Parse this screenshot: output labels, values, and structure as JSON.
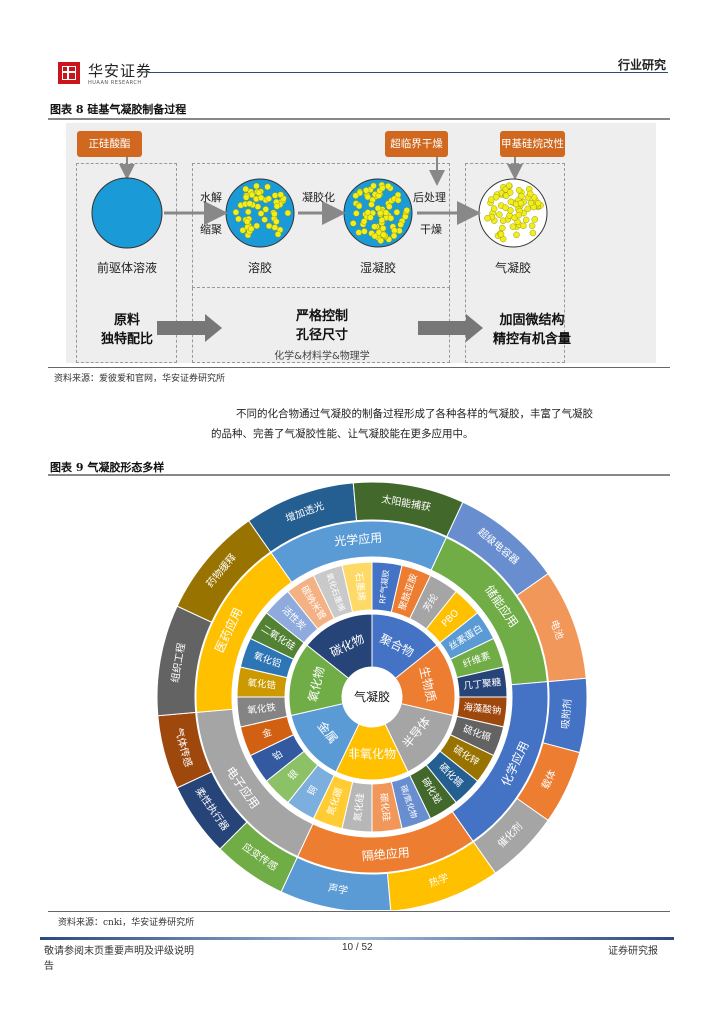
{
  "header": {
    "brand": "华安证券",
    "brand_en": "HUAAN RESEARCH",
    "section": "行业研究"
  },
  "figure8": {
    "title": "图表 8 硅基气凝胶制备过程",
    "inputs": [
      "正硅酸酯",
      "超临界干燥",
      "甲基硅烷改性"
    ],
    "stages": [
      "前驱体溶液",
      "溶胶",
      "湿凝胶",
      "气凝胶"
    ],
    "steps": {
      "s1a": "水解",
      "s1b": "缩聚",
      "s2": "凝胶化",
      "s3a": "后处理",
      "s3b": "干燥"
    },
    "bottom": {
      "left1": "原料",
      "left2": "独特配比",
      "mid1": "严格控制",
      "mid2": "孔径尺寸",
      "mid3": "化学&材料学&物理学",
      "right1": "加固微结构",
      "right2": "精控有机含量"
    },
    "colors": {
      "precursor": "#1a9ad6",
      "particle": "#f2ee1c",
      "input_box": "#d0681f"
    },
    "source": "资料来源：爱彼爱和官网，华安证券研究所"
  },
  "paragraph": {
    "line1": "不同的化合物通过气凝胶的制备过程形成了各种各样的气凝胶，丰富了气凝胶",
    "line2": "的品种、完善了气凝胶性能、让气凝胶能在更多应用中。"
  },
  "figure9": {
    "title": "图表 9 气凝胶形态多样",
    "center": "气凝胶",
    "compounds": [
      {
        "name": "聚合物",
        "color": "#4472c4",
        "children": [
          {
            "name": "RF气凝胶",
            "color": "#4472c4"
          },
          {
            "name": "聚酰亚胺",
            "color": "#ed7d31"
          },
          {
            "name": "芳纶",
            "color": "#a5a5a5"
          },
          {
            "name": "PBO",
            "color": "#ffc000"
          }
        ]
      },
      {
        "name": "生物质",
        "color": "#ed7d31",
        "children": [
          {
            "name": "丝素蛋白",
            "color": "#5b9bd5"
          },
          {
            "name": "纤维素",
            "color": "#70ad47"
          },
          {
            "name": "几丁聚糖",
            "color": "#264478"
          },
          {
            "name": "海藻酸钠",
            "color": "#9e480e"
          }
        ]
      },
      {
        "name": "半导体",
        "color": "#a5a5a5",
        "children": [
          {
            "name": "硫化镉",
            "color": "#636363"
          },
          {
            "name": "硫化锌",
            "color": "#997300"
          },
          {
            "name": "硒化镉",
            "color": "#255e91"
          },
          {
            "name": "碲化铋",
            "color": "#43682b"
          }
        ]
      },
      {
        "name": "非氧化物",
        "color": "#ffc000",
        "children": [
          {
            "name": "碳/氮化物",
            "color": "#698ed0"
          },
          {
            "name": "碳化硅",
            "color": "#f1975a"
          },
          {
            "name": "氮化硅",
            "color": "#b7b7b7"
          },
          {
            "name": "氮化硼",
            "color": "#ffcd33"
          }
        ]
      },
      {
        "name": "金属",
        "color": "#5b9bd5",
        "children": [
          {
            "name": "铜",
            "color": "#7cafdd"
          },
          {
            "name": "银",
            "color": "#8cc168"
          },
          {
            "name": "铂",
            "color": "#335aa1"
          },
          {
            "name": "金",
            "color": "#d26012"
          }
        ]
      },
      {
        "name": "氧化物",
        "color": "#70ad47",
        "children": [
          {
            "name": "氧化铁",
            "color": "#848484"
          },
          {
            "name": "氧化锆",
            "color": "#cc9a00"
          },
          {
            "name": "氧化铝",
            "color": "#2e75b6"
          },
          {
            "name": "二氧化硅",
            "color": "#548235"
          }
        ]
      },
      {
        "name": "碳化物",
        "color": "#264478",
        "children": [
          {
            "name": "活性炭",
            "color": "#8faadc"
          },
          {
            "name": "碳纳米管",
            "color": "#f4b183"
          },
          {
            "name": "氧化石墨烯",
            "color": "#c9c9c9"
          },
          {
            "name": "石墨烯",
            "color": "#ffd966"
          }
        ]
      }
    ],
    "applications": [
      {
        "name": "光学应用",
        "color": "#5b9bd5",
        "children": [
          {
            "name": "增加透光",
            "color": "#255e91"
          },
          {
            "name": "太阳能捕获",
            "color": "#43682b"
          }
        ]
      },
      {
        "name": "储能应用",
        "color": "#70ad47",
        "children": [
          {
            "name": "超级电容器",
            "color": "#698ed0"
          },
          {
            "name": "电池",
            "color": "#f1975a"
          }
        ]
      },
      {
        "name": "化学应用",
        "color": "#4472c4",
        "children": [
          {
            "name": "吸附剂",
            "color": "#4472c4"
          },
          {
            "name": "载体",
            "color": "#ed7d31"
          },
          {
            "name": "催化剂",
            "color": "#a5a5a5"
          }
        ]
      },
      {
        "name": "隔绝应用",
        "color": "#ed7d31",
        "children": [
          {
            "name": "热学",
            "color": "#ffc000"
          },
          {
            "name": "声学",
            "color": "#5b9bd5"
          }
        ]
      },
      {
        "name": "电子应用",
        "color": "#a5a5a5",
        "children": [
          {
            "name": "应变传感",
            "color": "#70ad47"
          },
          {
            "name": "柔性执行器",
            "color": "#264478"
          },
          {
            "name": "气体传感",
            "color": "#9e480e"
          }
        ]
      },
      {
        "name": "医药应用",
        "color": "#ffc000",
        "children": [
          {
            "name": "组织工程",
            "color": "#636363"
          },
          {
            "name": "药物缓释",
            "color": "#997300"
          }
        ]
      }
    ],
    "source": "资料来源：cnki，华安证券研究所"
  },
  "footer": {
    "disclaimer1": "敬请参阅末页重要声明及评级说明",
    "disclaimer2": "告",
    "page": "10 / 52",
    "doc_type": "证券研究报"
  }
}
